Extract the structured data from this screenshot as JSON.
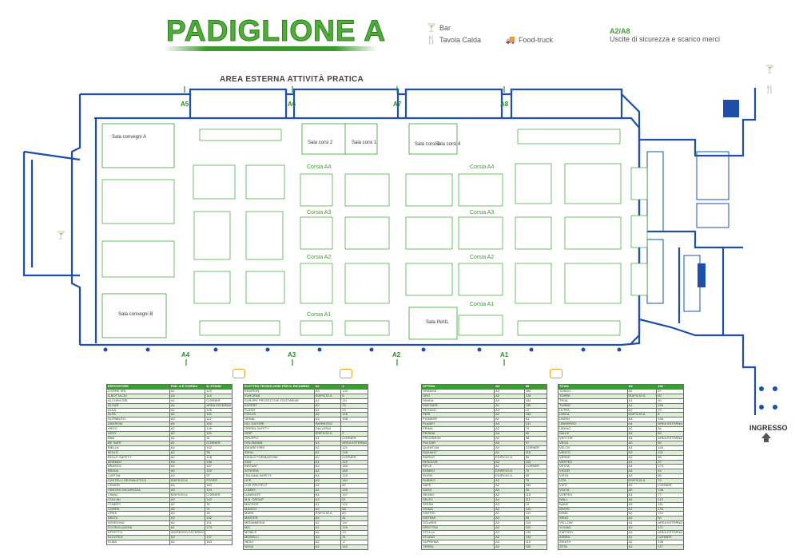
{
  "header": {
    "title": "PADIGLIONE A",
    "legend": {
      "bar": "Bar",
      "tavola_calda": "Tavola Calda",
      "food_truck": "Food-truck",
      "exits_code": "A2/A8",
      "exits_text": "Uscite di sicurezza e scarico merci"
    }
  },
  "map": {
    "outdoor_area": "AREA ESTERNA ATTIVITÀ PRATICA",
    "rooms": {
      "convegni_a": "Sala convegni A",
      "convegni_b": "Sala convegni B",
      "corsi_2": "Sala corsi 2",
      "corsi_1": "Sala corsi 1",
      "corsi_3": "Sala corsi 3",
      "corsi_4": "Sala corsi 4",
      "inail": "Sala INAIL"
    },
    "aisles": {
      "a4_left": "Corsia A4",
      "a4_right": "Corsia A4",
      "a3_left": "Corsia A3",
      "a3_right": "Corsia A3",
      "a2_left": "Corsia A2",
      "a2_right": "Corsia A2",
      "a1_left": "Corsia A1",
      "a1_right": "Corsia A1"
    },
    "exits_top": [
      "A5",
      "A6",
      "A7",
      "A8"
    ],
    "exits_bottom": [
      "A4",
      "A3",
      "A2",
      "A1"
    ],
    "entrance": "INGRESSO"
  },
  "colors": {
    "wall": "#1f4fa8",
    "booth_border": "#3aa030",
    "title_green": "#4fae3a",
    "table_stripe": "#dcefd6",
    "icon_orange": "#e89a2a"
  },
  "tables": [
    {
      "rows": [
        [
          "ESPOSITORE",
          "PAD. A E CORSIA",
          "N. STAND"
        ],
        [
          "3 ERRE SRL",
          "A1",
          "120"
        ],
        [
          "A.BOTTACIO",
          "A3",
          "114"
        ],
        [
          "ALCHEM SRL",
          "A1",
          "CORNER"
        ],
        [
          "ALCAR",
          "A4",
          "AREA ESTERNA"
        ],
        [
          "ALEA",
          "A1",
          "105"
        ],
        [
          "ALFA",
          "A2",
          "116"
        ],
        [
          "ALTRIBUTO",
          "A3",
          "112"
        ],
        [
          "ANDROID",
          "A4",
          "150"
        ],
        [
          "ARGO",
          "A2",
          "146"
        ],
        [
          "ASSY",
          "A2",
          "115"
        ],
        [
          "B&B",
          "A1",
          "41"
        ],
        [
          "BE SAFE",
          "A1",
          "CORNER"
        ],
        [
          "BIELLA",
          "A4",
          "102"
        ],
        [
          "BOLLE",
          "A2",
          "35"
        ],
        [
          "BOLLE SAFETY",
          "A2",
          "128"
        ],
        [
          "BORNEO",
          "A3",
          "148"
        ],
        [
          "BRASCO",
          "A3",
          "107"
        ],
        [
          "BRIXIA",
          "A4",
          "109"
        ],
        [
          "CAPITAL",
          "A3",
          "97"
        ],
        [
          "CASTELLI SEGNALETICA",
          "EDIFICIO A",
          "FOYER"
        ],
        [
          "CEMON",
          "A4",
          "163"
        ],
        [
          "CENTRO SICUREZZA",
          "A3",
          "123"
        ],
        [
          "CIMAC",
          "EDIFICIO A",
          "CORNER"
        ],
        [
          "COLLINI",
          "A3",
          "142"
        ],
        [
          "COMEPI",
          "A2",
          "30"
        ],
        [
          "CORDS",
          "A4",
          "71"
        ],
        [
          "CRES",
          "A3",
          "30"
        ],
        [
          "DELTA",
          "A3",
          "132"
        ],
        [
          "DISSEGNA",
          "A2",
          "101"
        ],
        [
          "ECOSOLUZIONI",
          "A1",
          "174"
        ],
        [
          "EFFETTO",
          "INGRESSO ESTERNO",
          " "
        ],
        [
          "ELCOTEX",
          "A3",
          "137"
        ],
        [
          "ELMA",
          "A2",
          "163"
        ]
      ]
    },
    {
      "rows": [
        [
          "ELETTRA TECNOLOGIE PER IL RICAMBIO",
          "A1",
          "1"
        ],
        [
          "ENVIRON",
          "A3",
          "133"
        ],
        [
          "EUROFAB",
          "EDIFICIO A",
          "8"
        ],
        [
          "EUROPE PROTECTIVE FOOTWEAR",
          "A2",
          "111"
        ],
        [
          "EXPERT",
          "A2",
          "75"
        ],
        [
          "FLASH",
          "A1",
          "23"
        ],
        [
          "FOCUS",
          "A2",
          "126"
        ],
        [
          "GENIA",
          "A3",
          "108"
        ],
        [
          "GIC GATORE",
          "INGRESSO",
          " "
        ],
        [
          "GREEN SAFETY",
          "GALLERIA",
          " "
        ],
        [
          "GRIP",
          "EDIFICIO A",
          "2"
        ],
        [
          "GRUPPO",
          "A1",
          "CORNER"
        ],
        [
          "HOLZMANN",
          "A4",
          "AREA ESTERNA"
        ],
        [
          "IDEARE FIRE",
          "A2",
          "121"
        ],
        [
          "IDEAL",
          "A1",
          "149"
        ],
        [
          "IDEALE FORMAZIONE",
          "A2",
          "CORNER"
        ],
        [
          "IGAT",
          "A1",
          "122"
        ],
        [
          "INSTANT",
          "A3",
          "163"
        ],
        [
          "INTEGRA",
          "A4",
          "165"
        ],
        [
          "ITALIANA SAFETY",
          "A4",
          "124"
        ],
        [
          "LIFE",
          "A3",
          "164"
        ],
        [
          "LIVE PROTECT",
          "A2",
          "82"
        ],
        [
          "LUMEX",
          "A1",
          "126"
        ],
        [
          "LUMIGATE",
          "A4",
          "147"
        ],
        [
          "M.B. GROUP",
          "A3",
          "61"
        ],
        [
          "MACROS",
          "A1",
          "122"
        ],
        [
          "MAGEO",
          "A2",
          "58"
        ],
        [
          "MARK",
          "EDIFICIO A",
          "60"
        ],
        [
          "MASTER",
          "A4",
          "41"
        ],
        [
          "MEDIAMEDIA",
          "A2",
          "147"
        ],
        [
          "MIC",
          "A1",
          "129"
        ],
        [
          "MOBILE",
          "A4",
          "23"
        ],
        [
          "MODELLI",
          "A3",
          "31"
        ],
        [
          "NEXO",
          "A2",
          "17"
        ],
        [
          "NOVA",
          "A4",
          "116"
        ]
      ]
    },
    {
      "rows": [
        [
          "OPTIMA",
          "A2",
          "88"
        ],
        [
          "ORANGE",
          "A3",
          "160"
        ],
        [
          "ORO",
          "A2",
          "128"
        ],
        [
          "PANDA",
          "A4",
          "164"
        ],
        [
          "PARTNER",
          "A1",
          "155"
        ],
        [
          "PEGASO",
          "A3",
          "12"
        ],
        [
          "PERI",
          "A2",
          "150"
        ],
        [
          "PIONEER",
          "A1",
          "61"
        ],
        [
          "PLANET",
          "A3",
          "131"
        ],
        [
          "PRIMA",
          "A2",
          "79"
        ],
        [
          "PRISMA",
          "A4",
          "60"
        ],
        [
          "PROGRESS",
          "A2",
          "98"
        ],
        [
          "PULSAR",
          "A3",
          "97"
        ],
        [
          "QUANTUM",
          "A4",
          "CORNER"
        ],
        [
          "RADIANT",
          "A1",
          "118"
        ],
        [
          "RAPIDO",
          "EDIFICIO A",
          "60"
        ],
        [
          "RESOLVE",
          "A2",
          "120"
        ],
        [
          "RIFLE",
          "A1",
          "CORNER"
        ],
        [
          "ROMEO",
          "EDIFICIO A",
          "79"
        ],
        [
          "ROSSI",
          "EDIFICIO A",
          "90"
        ],
        [
          "RUBINO",
          "A2",
          "78"
        ],
        [
          "SAFE",
          "A2",
          "152"
        ],
        [
          "SAGA",
          "A3",
          "20"
        ],
        [
          "SEGNO",
          "A2",
          "115"
        ],
        [
          "SELEX",
          "A4",
          "111"
        ],
        [
          "SFERA",
          "A3",
          "14"
        ],
        [
          "SIGMA",
          "A2",
          "120"
        ],
        [
          "SINTESI",
          "A1",
          "121"
        ],
        [
          "SISTEMI",
          "A4",
          "99"
        ],
        [
          "SOLARIS",
          "A3",
          "104"
        ],
        [
          "SPECTRA",
          "A2",
          "100"
        ],
        [
          "STELLA",
          "A3",
          "139"
        ],
        [
          "STUDIO",
          "A2",
          "149"
        ],
        [
          "SUPREMA",
          "A3",
          "110"
        ],
        [
          "TERRA",
          "A2",
          "150"
        ]
      ]
    },
    {
      "rows": [
        [
          "TITAN",
          "A3",
          "132"
        ],
        [
          "TONDO",
          "A2",
          "57"
        ],
        [
          "TORRE",
          "EDIFICIO A",
          "60"
        ],
        [
          "TRIAL",
          "A1",
          "30"
        ],
        [
          "TURBO",
          "A1",
          "150"
        ],
        [
          "ULTRA",
          "A2",
          "23"
        ],
        [
          "UNICA",
          "EDIFICIO A",
          "8"
        ],
        [
          "UNION",
          "A3",
          "156"
        ],
        [
          "UNIVERSO",
          "A4",
          "AREA ESTERNA"
        ],
        [
          "URANO",
          "A2",
          "36"
        ],
        [
          "VALLE",
          "A4",
          "63"
        ],
        [
          "VECTOR",
          "A4",
          "AREA ESTERNA"
        ],
        [
          "VEGA",
          "A2",
          "80"
        ],
        [
          "VELOX",
          "A1",
          "140"
        ],
        [
          "VENTO",
          "A3",
          "141"
        ],
        [
          "VERDE",
          "A2",
          "55"
        ],
        [
          "VERTEX",
          "A1",
          "37"
        ],
        [
          "VESTA",
          "A4",
          "174"
        ],
        [
          "VIGOR",
          "A4",
          "44"
        ],
        [
          "VISTA",
          "A3",
          "85"
        ],
        [
          "VITA",
          "EDIFICIO A",
          "75"
        ],
        [
          "VIVO",
          "A2",
          "CORNER"
        ],
        [
          "VOLTA",
          "A2",
          "138"
        ],
        [
          "VORTEX",
          "A1",
          "77"
        ],
        [
          "WALL",
          "A4",
          "113"
        ],
        [
          "WAVE",
          "A3",
          "151"
        ],
        [
          "WHITE",
          "A1",
          "176"
        ],
        [
          "WIND",
          "A2",
          "119"
        ],
        [
          "XENO",
          "A2",
          "50"
        ],
        [
          "YELLOW",
          "A4",
          "AREA ESTERNA"
        ],
        [
          "YOUNG",
          "A3",
          "171"
        ],
        [
          "ZAFFIRO",
          "A3",
          "AREA ESTERNA"
        ],
        [
          "ZEBRA",
          "A1",
          "CORNER"
        ],
        [
          "ZENITH",
          "A2",
          "148"
        ],
        [
          "ZETA",
          "A1",
          "117"
        ]
      ]
    }
  ]
}
